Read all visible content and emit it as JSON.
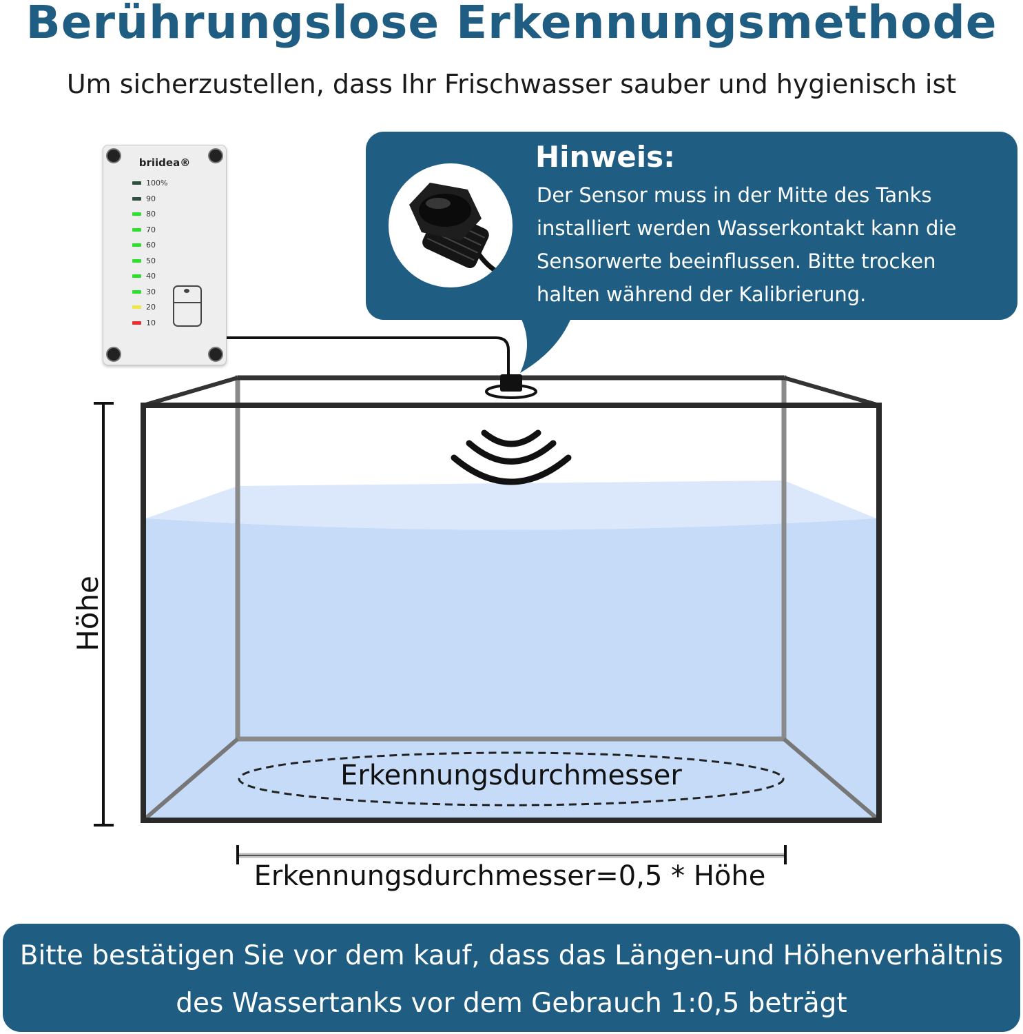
{
  "header": {
    "title": "Berührungslose Erkennungsmethode",
    "subtitle": "Um sicherzustellen, dass Ihr Frischwasser sauber und hygienisch ist"
  },
  "controller": {
    "brand": "briidea®",
    "levels": [
      {
        "label": "100%",
        "led": "off"
      },
      {
        "label": "90",
        "led": "off"
      },
      {
        "label": "80",
        "led": "green"
      },
      {
        "label": "70",
        "led": "green"
      },
      {
        "label": "60",
        "led": "green"
      },
      {
        "label": "50",
        "led": "green"
      },
      {
        "label": "40",
        "led": "green"
      },
      {
        "label": "30",
        "led": "green"
      },
      {
        "label": "20",
        "led": "yellow"
      },
      {
        "label": "10",
        "led": "red"
      }
    ]
  },
  "note": {
    "title": "Hinweis:",
    "text": "Der Sensor muss in der Mitte des Tanks installiert werden Wasserkontakt kann die Sensorwerte beeinflussen. Bitte trocken halten während der Kalibrierung."
  },
  "diagram": {
    "height_label": "Höhe",
    "ellipse_label": "Erkennungsdurchmesser",
    "formula": "Erkennungsdurchmesser=0,5 * Höhe"
  },
  "footer": {
    "text": "Bitte bestätigen Sie vor dem kauf, dass das Längen-und Höhenverhältnis des Wassertanks vor dem Gebrauch 1:0,5 beträgt"
  },
  "colors": {
    "accent": "#1f5e82",
    "water": "#c6dbf7",
    "water_surface": "#dbe8fb",
    "led_green": "#2ee02e",
    "led_yellow": "#f0e84a",
    "led_red": "#ee2b2b",
    "led_off": "#2f4f3f"
  }
}
